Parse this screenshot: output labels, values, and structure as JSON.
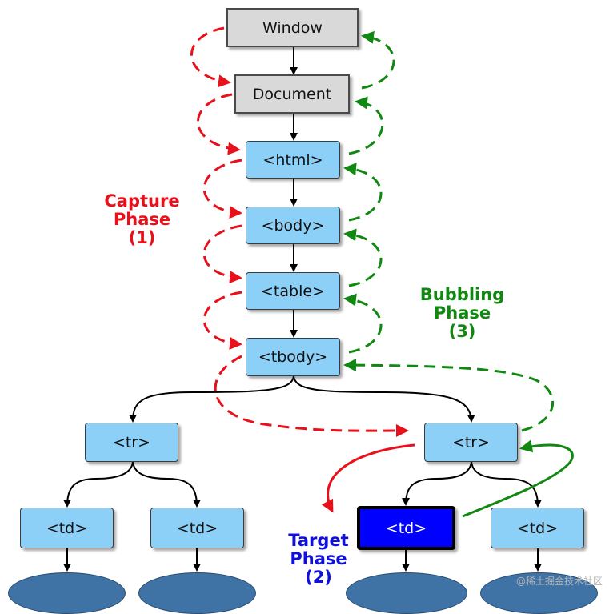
{
  "nodes": {
    "window": "Window",
    "document": "Document",
    "html": "<html>",
    "body": "<body>",
    "table": "<table>",
    "tbody": "<tbody>",
    "tr_left": "<tr>",
    "tr_right": "<tr>",
    "td_1": "<td>",
    "td_2": "<td>",
    "td_target": "<td>",
    "td_4": "<td>"
  },
  "phases": {
    "capture": {
      "line1": "Capture",
      "line2": "Phase",
      "line3": "(1)",
      "color": "#e8101a"
    },
    "bubbling": {
      "line1": "Bubbling",
      "line2": "Phase",
      "line3": "(3)",
      "color": "#118811"
    },
    "target": {
      "line1": "Target",
      "line2": "Phase",
      "line3": "(2)",
      "color": "#1010dd"
    }
  },
  "colors": {
    "gray_node": "#d9d9d9",
    "blue_node": "#8ccff7",
    "target_node": "#0000ff",
    "leaf": "#3f73a6"
  },
  "watermark": "@稀土掘金技术社区"
}
